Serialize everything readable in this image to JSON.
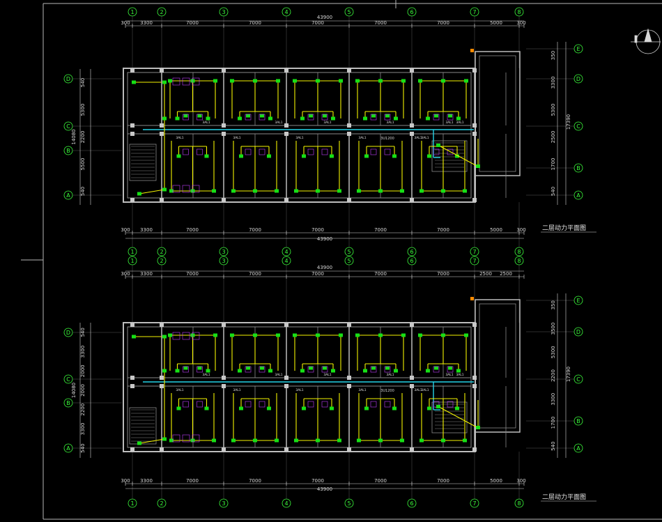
{
  "colors": {
    "background": "#000000",
    "wall": "#8a8a8a",
    "wall_light": "#bdbdbd",
    "dimension": "#d8d8d8",
    "axis_bubble": "#3cff3c",
    "circuit": "#f4f400",
    "device": "#16e016",
    "trunk": "#24d4e8",
    "fixture": "#c040ff",
    "accent": "#ff8a00"
  },
  "floor1": {
    "title": "二层动力平面图",
    "top_total": "43900",
    "bottom_total": "43900",
    "top_dims": [
      "300",
      "3300",
      "7000",
      "7000",
      "7000",
      "7000",
      "7000",
      "5000",
      "300"
    ],
    "bottom_dims": [
      "300",
      "3300",
      "7000",
      "7000",
      "7000",
      "7000",
      "7000",
      "5000",
      "300"
    ],
    "col_axes": [
      "1",
      "2",
      "3",
      "4",
      "5",
      "6",
      "7",
      "8"
    ],
    "left_rows": [
      "D",
      "C",
      "B",
      "A"
    ],
    "right_rows": [
      "E",
      "D",
      "C",
      "B",
      "A"
    ],
    "left_dims": [
      "540",
      "5300",
      "2200",
      "5500",
      "540"
    ],
    "left_total": "14080",
    "right_dims": [
      "350",
      "3300",
      "5300",
      "2500",
      "1700",
      "540"
    ],
    "right_total": "17390",
    "labels": [
      "3AL1",
      "3AL1",
      "3AL1",
      "3AL1",
      "3AL1",
      "3AL1",
      "3AL1",
      "3AL1",
      "3AL1",
      "3AL1",
      "3AL1",
      "3AL1"
    ],
    "trunk_label": "3U1200"
  },
  "floor2": {
    "title": "二层动力平面图",
    "top_total": "43900",
    "bottom_total": "43900",
    "top_dims": [
      "300",
      "3300",
      "7000",
      "7000",
      "7000",
      "7000",
      "7000",
      "2500",
      "2500"
    ],
    "bottom_dims": [
      "300",
      "3300",
      "7000",
      "7000",
      "7000",
      "7000",
      "7000",
      "5000",
      "300"
    ],
    "col_axes": [
      "1",
      "2",
      "3",
      "4",
      "5",
      "6",
      "7",
      "8"
    ],
    "left_rows": [
      "D",
      "C",
      "B",
      "A"
    ],
    "right_rows": [
      "E",
      "D",
      "C",
      "B",
      "A"
    ],
    "left_dims": [
      "540",
      "3300",
      "2000",
      "2000",
      "2200",
      "3300",
      "540"
    ],
    "left_total": "14080",
    "right_dims": [
      "350",
      "3500",
      "5300",
      "2200",
      "3300",
      "1700",
      "540"
    ],
    "right_total": "17390",
    "labels": [
      "3AL1",
      "3AL1",
      "3AL1",
      "3AL1",
      "3AL1",
      "3AL1",
      "3AL1",
      "3AL1",
      "3AL1",
      "3AL1",
      "3AL1",
      "3AL1"
    ],
    "trunk_label": "3U1200"
  }
}
